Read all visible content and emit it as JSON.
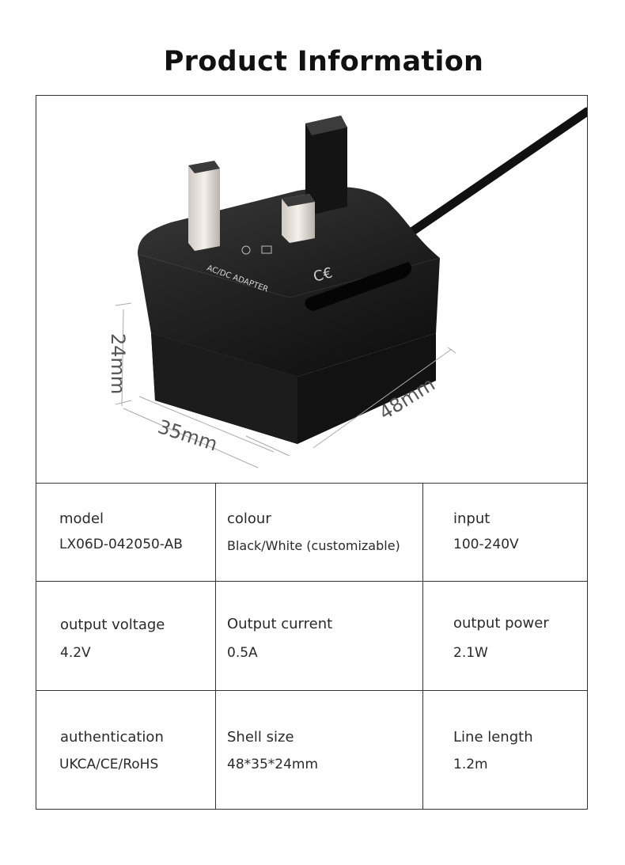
{
  "title": "Product Information",
  "dimensions": {
    "height": "24mm",
    "width": "35mm",
    "length": "48mm"
  },
  "adapter_label": "AC/DC ADAPTER",
  "specs": [
    {
      "label": "model",
      "value": "LX06D-042050-AB"
    },
    {
      "label": "colour",
      "value": "Black/White (customizable)"
    },
    {
      "label": "input",
      "value": "100-240V"
    },
    {
      "label": "output voltage",
      "value": "4.2V"
    },
    {
      "label": "Output current",
      "value": "0.5A"
    },
    {
      "label": "output power",
      "value": "2.1W"
    },
    {
      "label": "authentication",
      "value": "UKCA/CE/RoHS"
    },
    {
      "label": "Shell size",
      "value": "48*35*24mm"
    },
    {
      "label": "Line length",
      "value": "1.2m"
    }
  ]
}
